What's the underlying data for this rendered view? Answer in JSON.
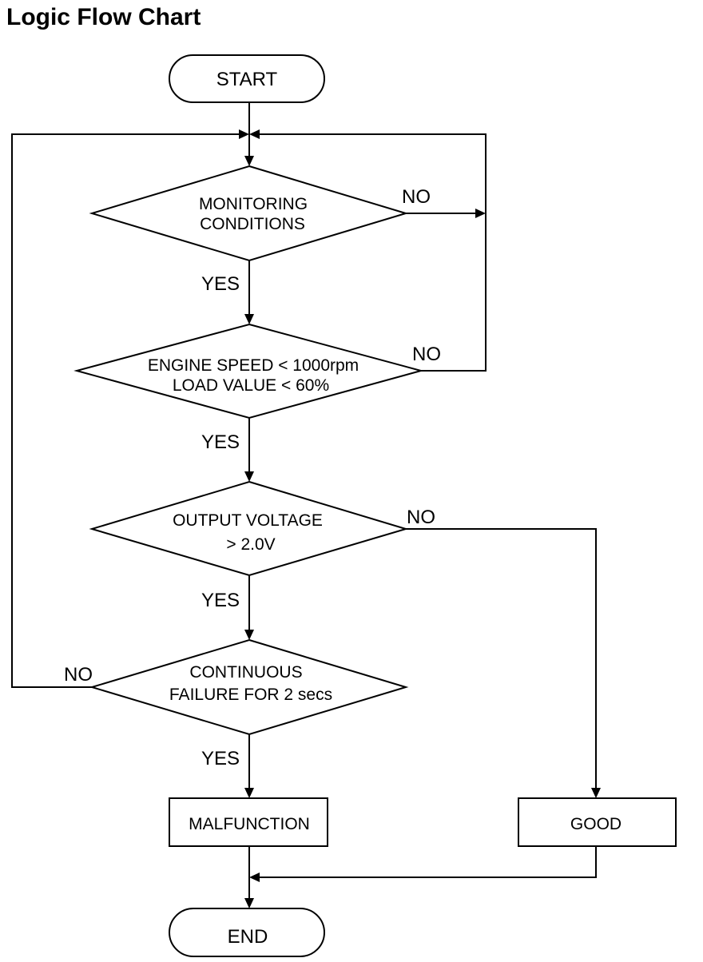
{
  "title": "Logic Flow Chart",
  "nodes": {
    "start": "START",
    "monitoring": [
      "MONITORING",
      "CONDITIONS"
    ],
    "engine": [
      "ENGINE SPEED < 1000rpm",
      "LOAD VALUE < 60%"
    ],
    "voltage": [
      "OUTPUT VOLTAGE",
      "> 2.0V"
    ],
    "continuous": [
      "CONTINUOUS",
      "FAILURE FOR 2 secs"
    ],
    "malfunction": "MALFUNCTION",
    "good": "GOOD",
    "end": "END"
  },
  "edges": {
    "yes": "YES",
    "no": "NO"
  },
  "colors": {
    "line": "#000000",
    "fill": "#ffffff",
    "text": "#000000"
  }
}
